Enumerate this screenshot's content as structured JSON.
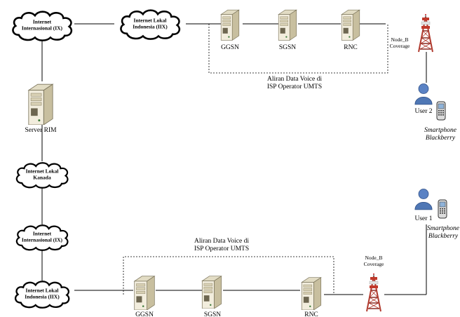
{
  "clouds": {
    "ix_top": "Internet\nInternasional (IX)",
    "iix_top": "Internet Lokal\nIndonesia (IIX)",
    "kanada": "Internet Lokal\nKanada",
    "ix_bottom": "Internet\nInternasional (IX)",
    "iix_bottom": "Internet Lokal\nIndonesia (IIX)"
  },
  "top_network": {
    "ggsn": "GGSN",
    "sgsn": "SGSN",
    "rnc": "RNC",
    "node_b": "Node_B\nCoverage",
    "flow_label": "Aliran Data Voice di\nISP Operator UMTS"
  },
  "bottom_network": {
    "ggsn": "GGSN",
    "sgsn": "SGSN",
    "rnc": "RNC",
    "node_b": "Node_B\nCoverage",
    "flow_label": "Aliran Data Voice di\nISP Operator UMTS"
  },
  "server": "Server RIM",
  "users": {
    "user2": "User 2",
    "user2_device": "Smartphone\nBlackberry",
    "user1": "User 1",
    "user1_device": "Smartphone\nBlackberry"
  },
  "colors": {
    "cloud_fill": "#ffffff",
    "server_body": "#f2eddd",
    "server_shade": "#c8bf9f",
    "tower": "#c0392b",
    "user": "#4f77b5",
    "line": "#000000"
  }
}
